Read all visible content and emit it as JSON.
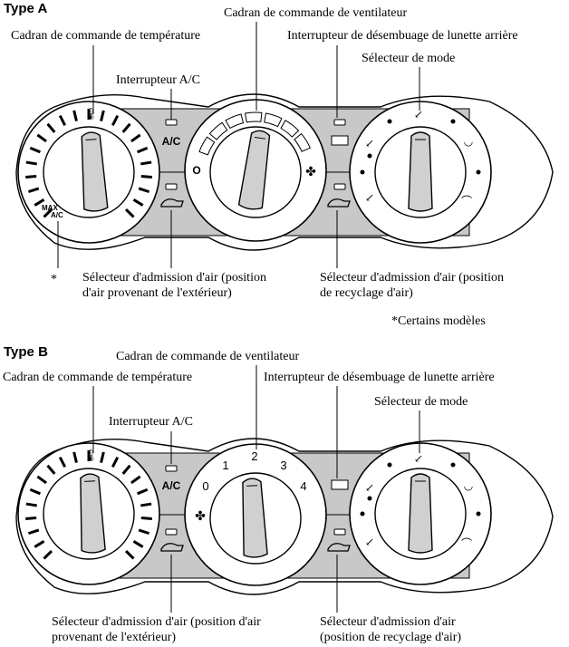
{
  "type_a": {
    "heading": "Type A",
    "temp_dial": "Cadran de commande de température",
    "fan_dial": "Cadran de commande de ventilateur",
    "rear_defrost": "Interrupteur de désembuage de lunette arrière",
    "ac_switch": "Interrupteur A/C",
    "mode_selector": "Sélecteur de mode",
    "intake_outside": "Sélecteur d'admission d'air (position d'air provenant de l'extérieur)",
    "intake_recirc": "Sélecteur d'admission d'air (position de recyclage d'air)",
    "asterisk": "*",
    "some_models": "*Certains modèles",
    "ac_badge": "A/C",
    "max_ac": "MAX",
    "max_ac2": "A/C",
    "fan_zero": "O"
  },
  "type_b": {
    "heading": "Type B",
    "fan_dial": "Cadran de commande de ventilateur",
    "temp_dial": "Cadran de commande de température",
    "rear_defrost": "Interrupteur de désembuage de lunette arrière",
    "mode_selector": "Sélecteur de mode",
    "ac_switch": "Interrupteur A/C",
    "ac_badge": "A/C",
    "intake_outside": "Sélecteur d'admission d'air (position d'air provenant de l'extérieur)",
    "intake_recirc": "Sélecteur d'admission d'air (position de recyclage d'air)",
    "fan_speeds": [
      "0",
      "1",
      "2",
      "3",
      "4"
    ]
  }
}
